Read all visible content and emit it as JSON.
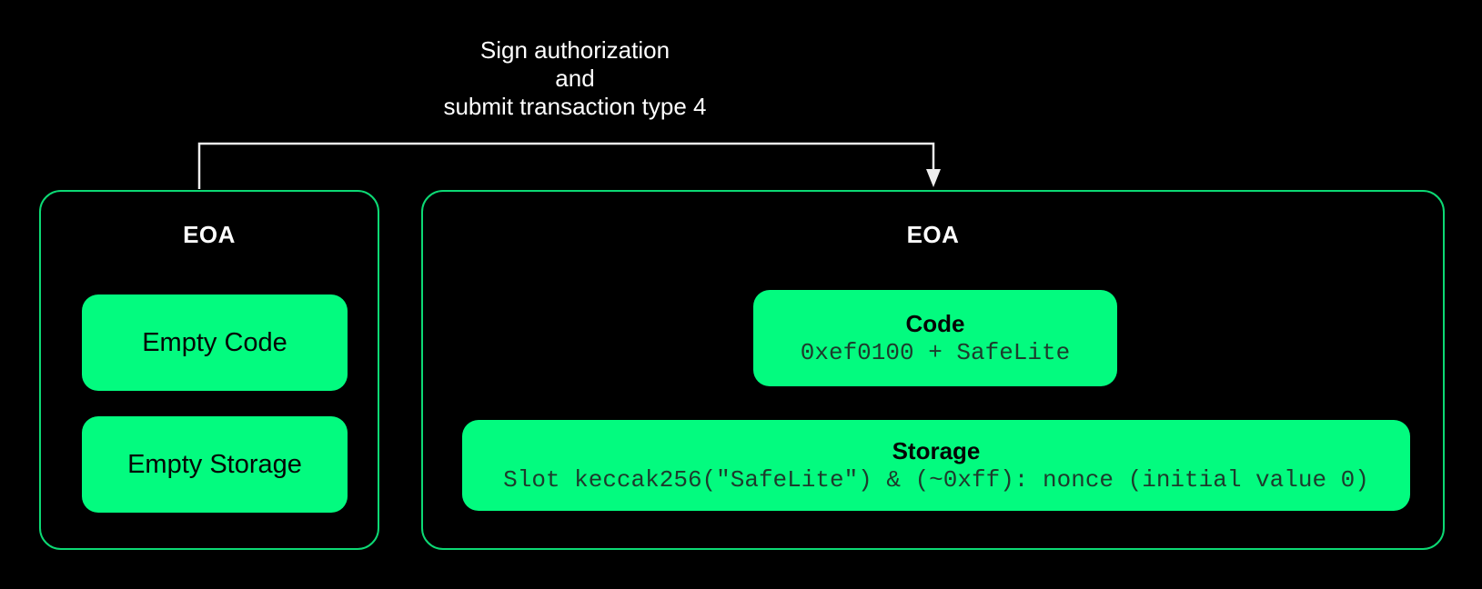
{
  "colors": {
    "background": "#000000",
    "box_fill": "#03fb7f",
    "box_border": "#0cd974",
    "title_text": "#ffffff",
    "label_text": "#050505",
    "mono_text": "#1d3b2c",
    "arrow": "#ededed"
  },
  "annotation": {
    "lines": [
      "Sign authorization",
      "and",
      "submit transaction type 4"
    ]
  },
  "left_panel": {
    "title": "EOA",
    "items": [
      {
        "label": "Empty Code"
      },
      {
        "label": "Empty Storage"
      }
    ]
  },
  "right_panel": {
    "title": "EOA",
    "code_box": {
      "title": "Code",
      "value": "0xef0100 + SafeLite"
    },
    "storage_box": {
      "title": "Storage",
      "value": "Slot keccak256(\"SafeLite\") & (~0xff): nonce (initial value 0)"
    }
  }
}
